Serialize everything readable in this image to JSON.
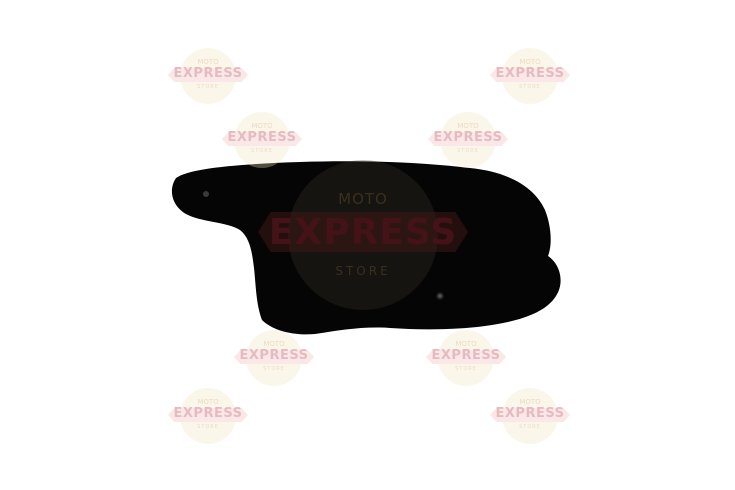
{
  "watermark": {
    "line1": "MOTO",
    "line2": "EXPRESS",
    "line3": "STORE",
    "colors": {
      "band": "#b03040",
      "circle": "#f4e4c0",
      "accent": "#c89040"
    }
  },
  "product": {
    "color": "#050505",
    "icon": "air-filter-cover"
  }
}
